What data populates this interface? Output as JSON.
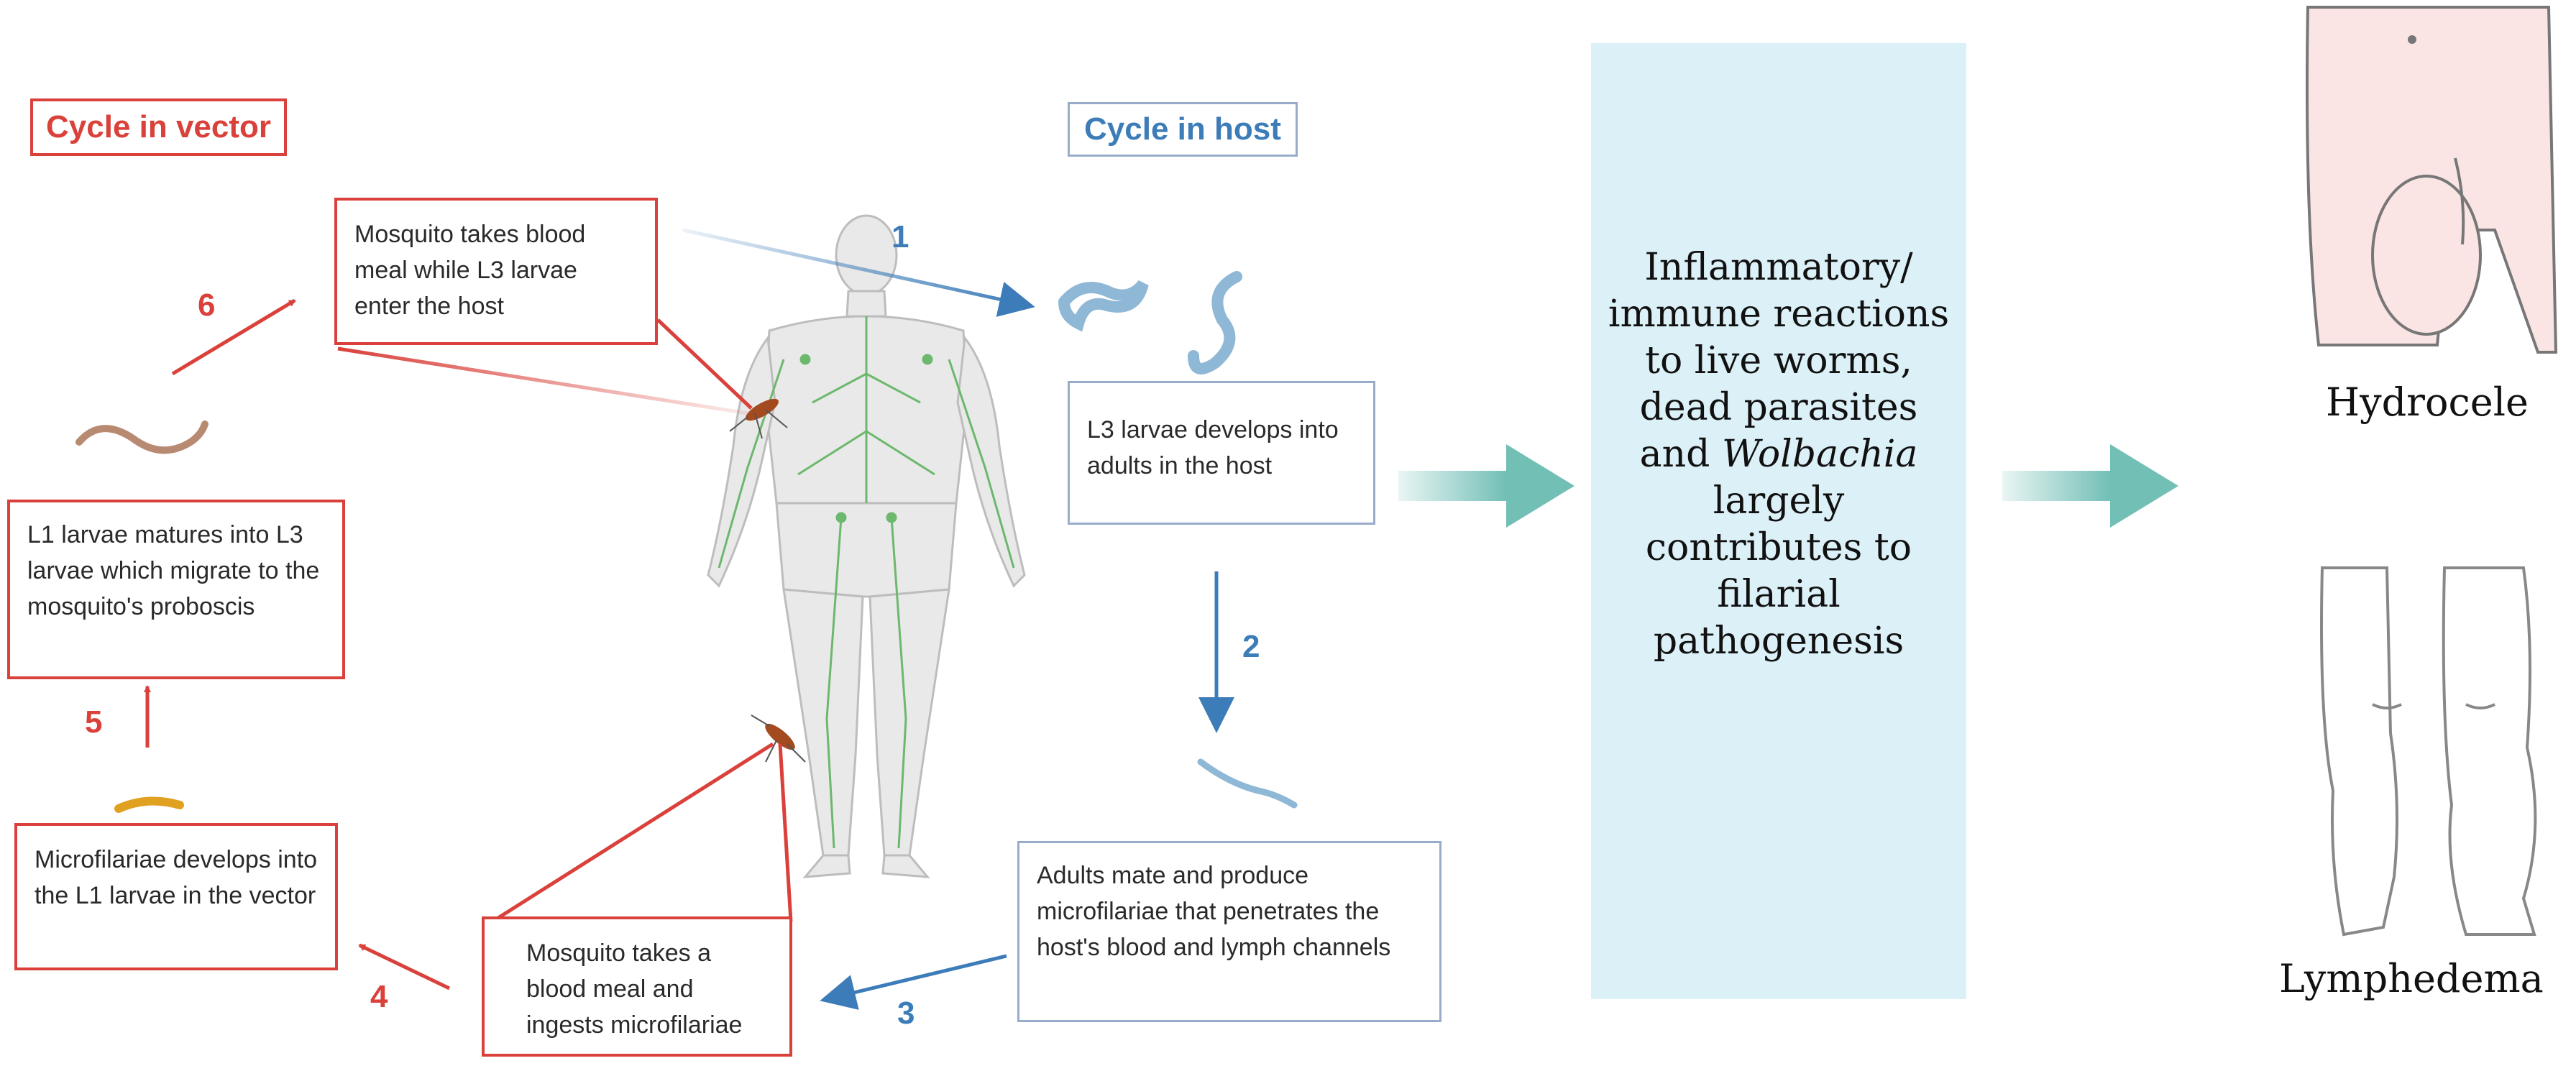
{
  "titles": {
    "vector": "Cycle in vector",
    "host": "Cycle in host"
  },
  "vector_steps": [
    "Mosquito takes blood meal while L3 larvae enter the host",
    "L1 larvae matures into L3 larvae which migrate to the mosquito's proboscis",
    "Microfilariae develops into the L1 larvae in the vector",
    "Mosquito takes a blood meal and ingests microfilariae"
  ],
  "host_steps": [
    "L3 larvae develops into adults in the host",
    "Adults mate and produce microfilariae that penetrates the host's blood and lymph channels"
  ],
  "arrow_numbers": {
    "n1": "1",
    "n2": "2",
    "n3": "3",
    "n4": "4",
    "n5": "5",
    "n6": "6"
  },
  "panel": {
    "text_before": "Inflammatory/ immune reactions to live worms, dead parasites and",
    "italic": "Wolbachia",
    "text_after": "largely contributes to filarial pathogenesis"
  },
  "conditions": {
    "hydrocele": "Hydrocele",
    "lymphedema": "Lymphedema"
  },
  "colors": {
    "red": "#d9413a",
    "blue": "#3c7cb8",
    "teal": "#72bfb6",
    "panel": "#dcf0f7"
  }
}
